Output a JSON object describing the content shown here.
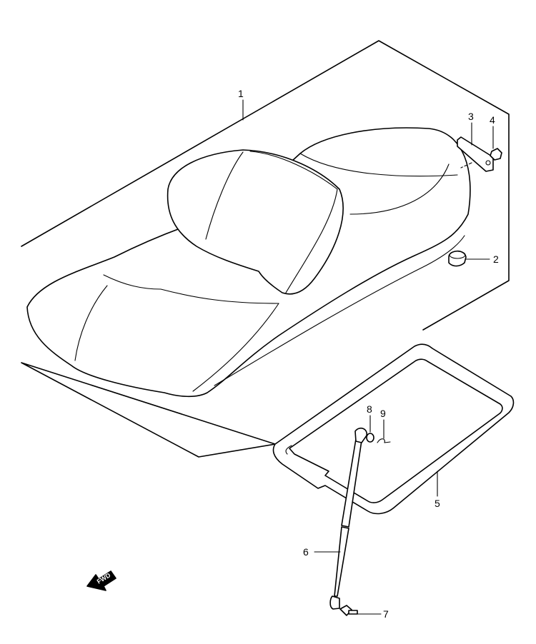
{
  "callouts": [
    {
      "id": "1",
      "label": "1"
    },
    {
      "id": "2",
      "label": "2"
    },
    {
      "id": "3",
      "label": "3"
    },
    {
      "id": "4",
      "label": "4"
    },
    {
      "id": "5",
      "label": "5"
    },
    {
      "id": "6",
      "label": "6"
    },
    {
      "id": "7",
      "label": "7"
    },
    {
      "id": "8",
      "label": "8"
    },
    {
      "id": "9",
      "label": "9"
    }
  ],
  "fwd_marker": {
    "label": "FWD"
  },
  "colors": {
    "line": "#000000",
    "background": "#ffffff"
  }
}
